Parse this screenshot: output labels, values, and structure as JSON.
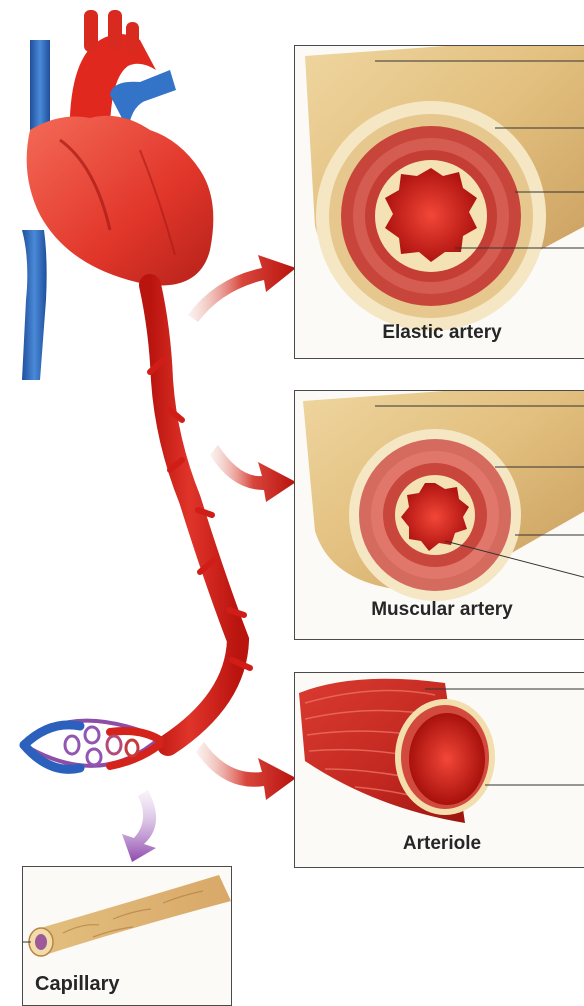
{
  "labels": {
    "elastic": "Elastic artery",
    "muscular": "Muscular artery",
    "arteriole": "Arteriole",
    "capillary": "Capillary"
  },
  "colors": {
    "artery_red": "#e0251f",
    "deep_red": "#a50f0c",
    "vein_blue": "#2f6fc4",
    "adventitia_tan": "#e7c98e",
    "muscle_red": "#c9433a",
    "capillary_purple": "#9b5fb8",
    "arrow_red": "#c8231c",
    "arrow_purple": "#9a5bb8"
  },
  "icons": [
    "heart-icon",
    "aorta-icon",
    "vena-cava-icon",
    "capillary-bed-icon",
    "curved-arrow-icon"
  ]
}
